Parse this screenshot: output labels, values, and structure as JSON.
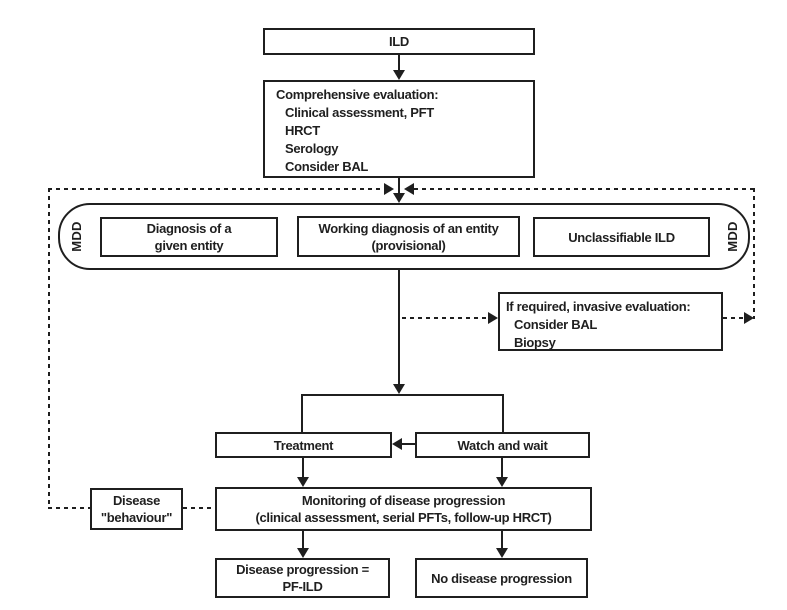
{
  "figure": {
    "type": "flowchart",
    "topic": "ILD diagnosis and management algorithm"
  },
  "colors": {
    "line": "#1f1f1f",
    "background": "#ffffff",
    "text": "#1f1f1f"
  },
  "boxes": {
    "ild": "ILD",
    "evaluation": {
      "title": "Comprehensive evaluation:",
      "items": [
        "Clinical assessment, PFT",
        "HRCT",
        "Serology",
        "Consider BAL"
      ]
    },
    "mdd_label_left": "MDD",
    "mdd_label_right": "MDD",
    "diagnosis_given": [
      "Diagnosis of a",
      "given entity"
    ],
    "working_diagnosis": [
      "Working diagnosis of an entity",
      "(provisional)"
    ],
    "unclassifiable": "Unclassifiable ILD",
    "invasive": {
      "title": "If required, invasive evaluation:",
      "items": [
        "Consider BAL",
        "Biopsy"
      ]
    },
    "treatment": "Treatment",
    "watch_and_wait": "Watch and wait",
    "monitoring": [
      "Monitoring of disease progression",
      "(clinical assessment, serial PFTs, follow-up HRCT)"
    ],
    "disease_behaviour": [
      "Disease",
      "\"behaviour\""
    ],
    "disease_progression": [
      "Disease progression =",
      "PF-ILD"
    ],
    "no_progression": "No disease progression"
  }
}
